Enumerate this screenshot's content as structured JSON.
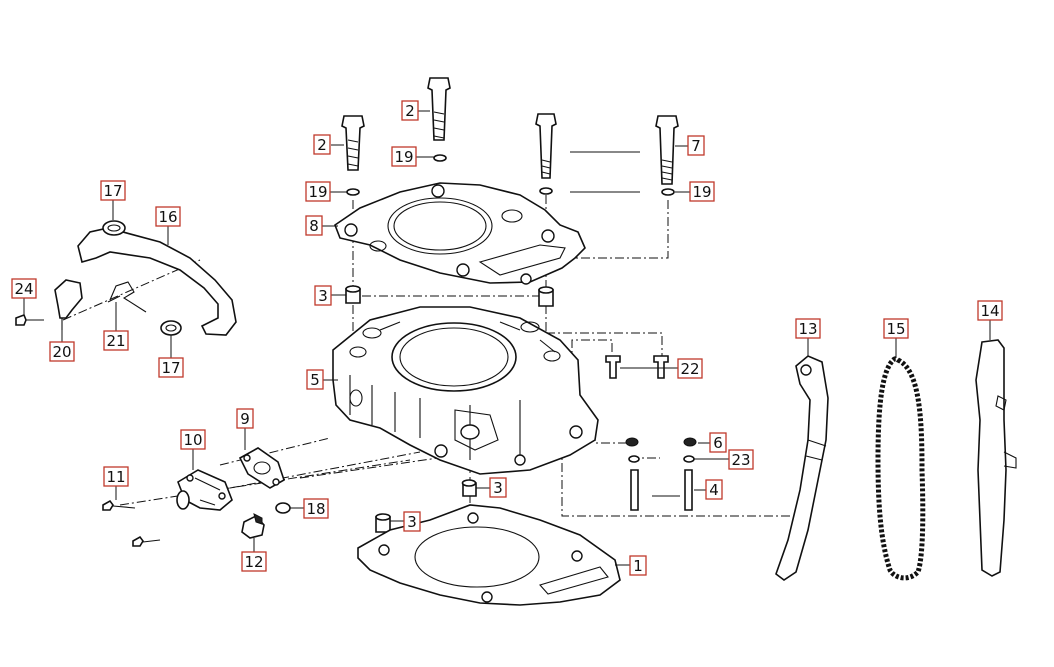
{
  "diagram": {
    "callout_color": "#c0392b",
    "callouts": [
      {
        "key": "c1",
        "text": "1"
      },
      {
        "key": "c2a",
        "text": "2"
      },
      {
        "key": "c2b",
        "text": "2"
      },
      {
        "key": "c3a",
        "text": "3"
      },
      {
        "key": "c3b",
        "text": "3"
      },
      {
        "key": "c3c",
        "text": "3"
      },
      {
        "key": "c4",
        "text": "4"
      },
      {
        "key": "c5",
        "text": "5"
      },
      {
        "key": "c6",
        "text": "6"
      },
      {
        "key": "c7",
        "text": "7"
      },
      {
        "key": "c8",
        "text": "8"
      },
      {
        "key": "c9",
        "text": "9"
      },
      {
        "key": "c10",
        "text": "10"
      },
      {
        "key": "c11",
        "text": "11"
      },
      {
        "key": "c12",
        "text": "12"
      },
      {
        "key": "c13",
        "text": "13"
      },
      {
        "key": "c14",
        "text": "14"
      },
      {
        "key": "c15",
        "text": "15"
      },
      {
        "key": "c16",
        "text": "16"
      },
      {
        "key": "c17a",
        "text": "17"
      },
      {
        "key": "c17b",
        "text": "17"
      },
      {
        "key": "c18",
        "text": "18"
      },
      {
        "key": "c19a",
        "text": "19"
      },
      {
        "key": "c19b",
        "text": "19"
      },
      {
        "key": "c19c",
        "text": "19"
      },
      {
        "key": "c20",
        "text": "20"
      },
      {
        "key": "c21",
        "text": "21"
      },
      {
        "key": "c22",
        "text": "22"
      },
      {
        "key": "c23",
        "text": "23"
      },
      {
        "key": "c24",
        "text": "24"
      }
    ]
  }
}
